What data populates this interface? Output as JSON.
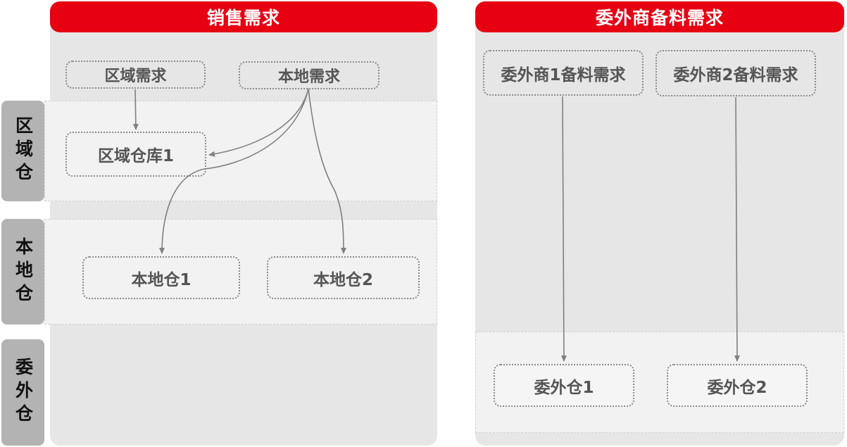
{
  "panels": {
    "sales": {
      "title": "销售需求"
    },
    "outsource": {
      "title": "委外商备料需求"
    }
  },
  "side_tabs": {
    "regional": "区域仓",
    "local": "本地仓",
    "outsource": "委外仓"
  },
  "nodes": {
    "regional_demand": "区域需求",
    "local_demand": "本地需求",
    "regional_warehouse_1": "区域仓库1",
    "local_warehouse_1": "本地仓1",
    "local_warehouse_2": "本地仓2",
    "vendor1_demand": "委外商1备料需求",
    "vendor2_demand": "委外商2备料需求",
    "outsource_warehouse_1": "委外仓1",
    "outsource_warehouse_2": "委外仓2"
  },
  "colors": {
    "header_red": "#e60012",
    "panel_gray": "#e6e6e6",
    "band_gray": "#f2f2f2",
    "tab_gray": "#b3b3b3",
    "arrow_gray": "#808080"
  }
}
